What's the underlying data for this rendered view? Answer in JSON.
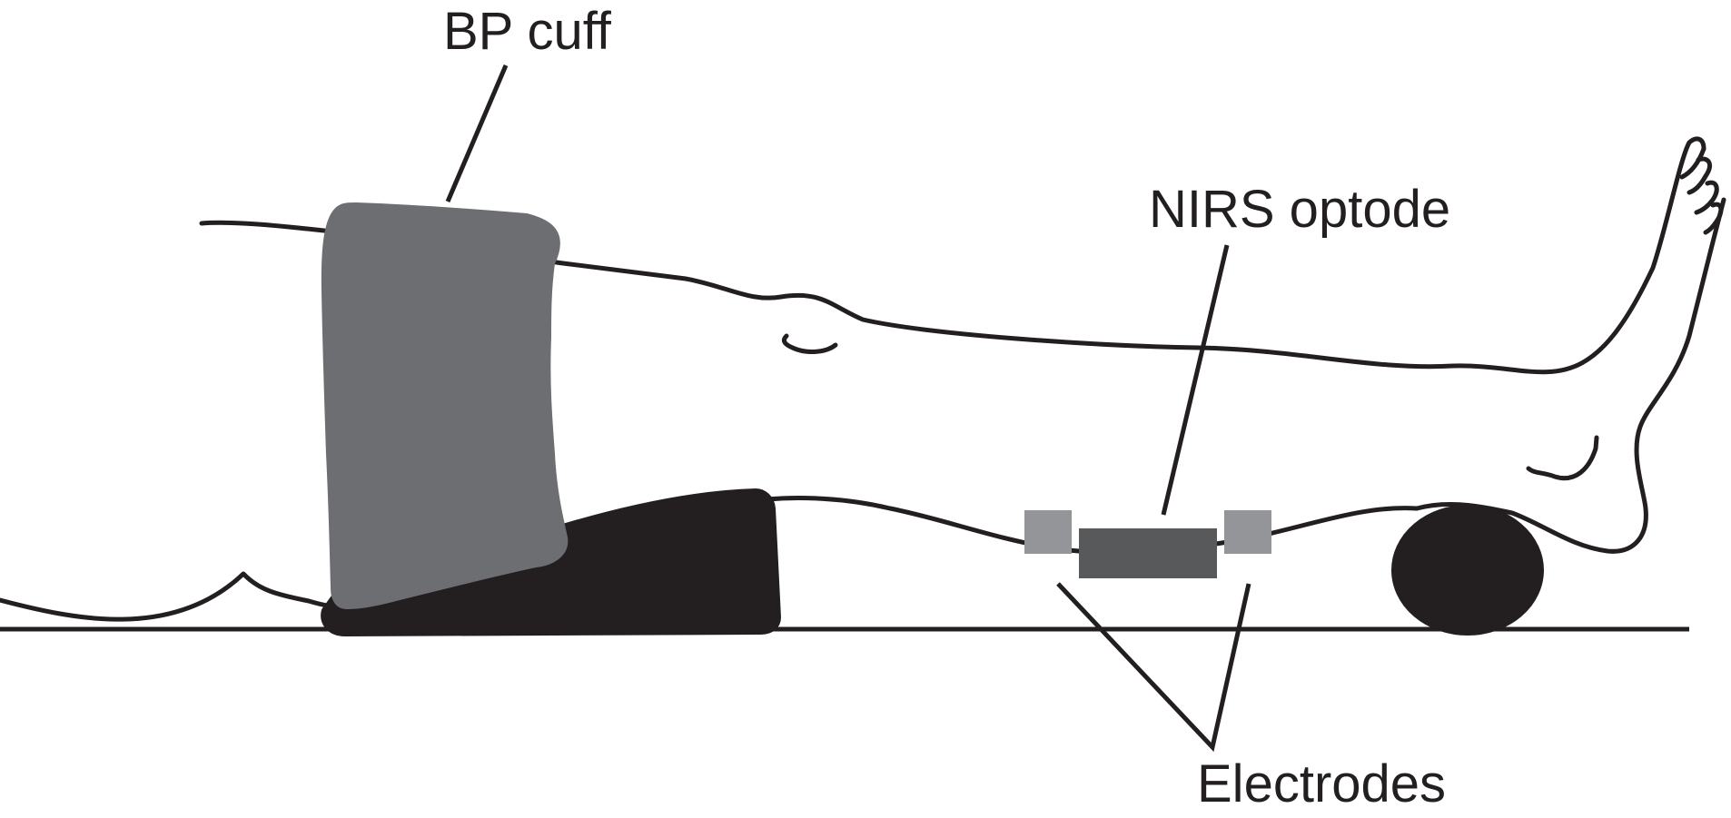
{
  "labels": {
    "bp_cuff": "BP cuff",
    "nirs_optode": "NIRS optode",
    "electrodes": "Electrodes"
  },
  "colors": {
    "ink": "#231f20",
    "bp_cuff_fill": "#6d6e71",
    "knee_support_fill": "#231f20",
    "heel_support_fill": "#231f20",
    "optode_fill": "#58595b",
    "electrode_fill": "#939598"
  }
}
